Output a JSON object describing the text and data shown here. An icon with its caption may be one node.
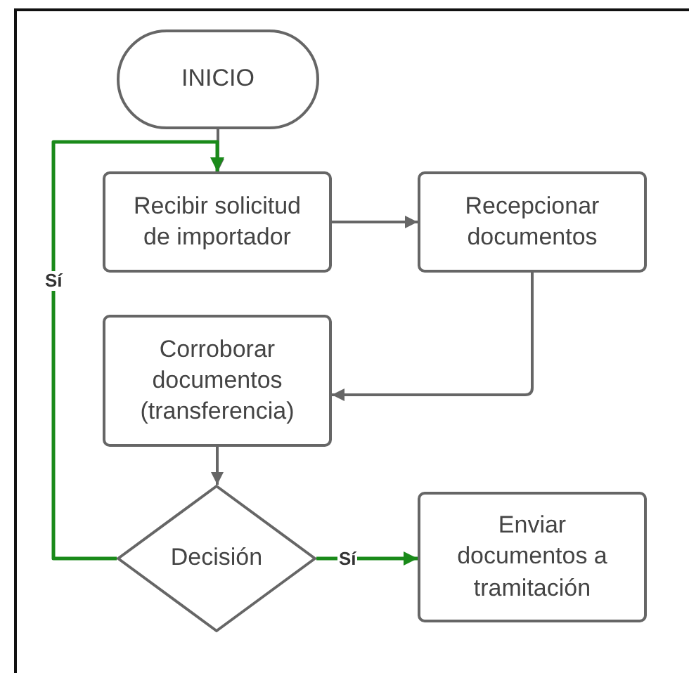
{
  "diagram": {
    "nodes": [
      {
        "text": [
          "INICIO"
        ]
      },
      {
        "text": [
          "Recibir solicitud de importador"
        ]
      },
      {
        "text": [
          "Recepcionar documentos"
        ]
      },
      {
        "text": [
          "Corroborar documentos (transferencia)"
        ]
      },
      {
        "text": [
          "Decisión"
        ]
      },
      {
        "text": [
          "Enviar documentos a tramitación"
        ]
      }
    ],
    "edges": [
      {
        "from": 0,
        "to": 1,
        "arrow": "to"
      },
      {
        "from": 1,
        "to": 2,
        "arrow": "to"
      },
      {
        "from": 2,
        "to": 3,
        "arrow": "to"
      },
      {
        "from": 3,
        "to": 4,
        "arrow": "to"
      },
      {
        "from": 4,
        "to": 1,
        "arrow": "to",
        "label": "Sí",
        "color": "#1a8a1a"
      },
      {
        "from": 4,
        "to": 5,
        "arrow": "to",
        "label": "Sí",
        "color": "#1a8a1a"
      }
    ]
  }
}
